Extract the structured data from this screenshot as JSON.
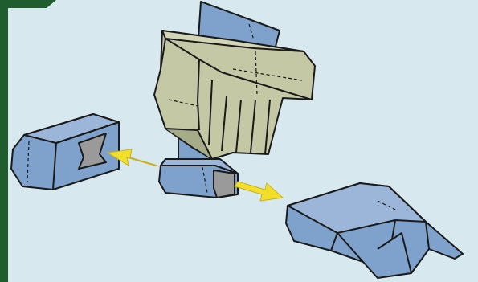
{
  "diagram": {
    "kind": "exploded-assembly-illustration",
    "labels": [],
    "colors": {
      "background": "#d8e8ef",
      "frame": "#1f5c2e",
      "blue_part": "#7fa2cc",
      "blue_part_dark": "#5f82ac",
      "olive_part": "#c4c8a5",
      "olive_part_shade": "#a6ab88",
      "cutout": "#9a9a9a",
      "arrow": "#f2df2a",
      "outline": "#1a1a1a"
    },
    "parts": [
      {
        "name": "upper-assembly-olive"
      },
      {
        "name": "top-blue-panel"
      },
      {
        "name": "center-blue-base"
      },
      {
        "name": "left-detached-block"
      },
      {
        "name": "right-detached-claw"
      }
    ],
    "arrows": [
      {
        "name": "arrow-left",
        "direction": "left"
      },
      {
        "name": "arrow-right",
        "direction": "right"
      }
    ]
  }
}
